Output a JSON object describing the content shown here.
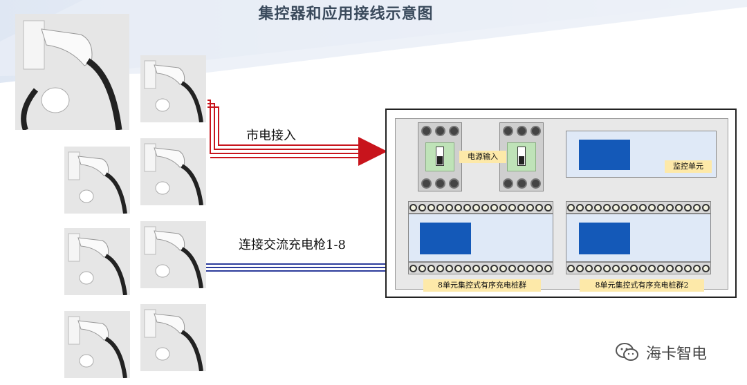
{
  "title": "集控器和应用接线示意图",
  "mains_label": "市电接入",
  "guns_label": "连接交流充电枪1-8",
  "power_input_label": "电源输入",
  "monitor_label": "监控单元",
  "group1_label": "8单元集控式有序充电桩群",
  "group2_label": "8单元集控式有序充电桩群2",
  "watermark": "海卡智电",
  "colors": {
    "mains_wire": "#c8141c",
    "signal_wire": "#2a3a9a",
    "screen": "#1459b8",
    "tag": "#fde9a9"
  },
  "icons": [
    "charging-gun-photo",
    "wechat-icon",
    "arrow-icon"
  ]
}
